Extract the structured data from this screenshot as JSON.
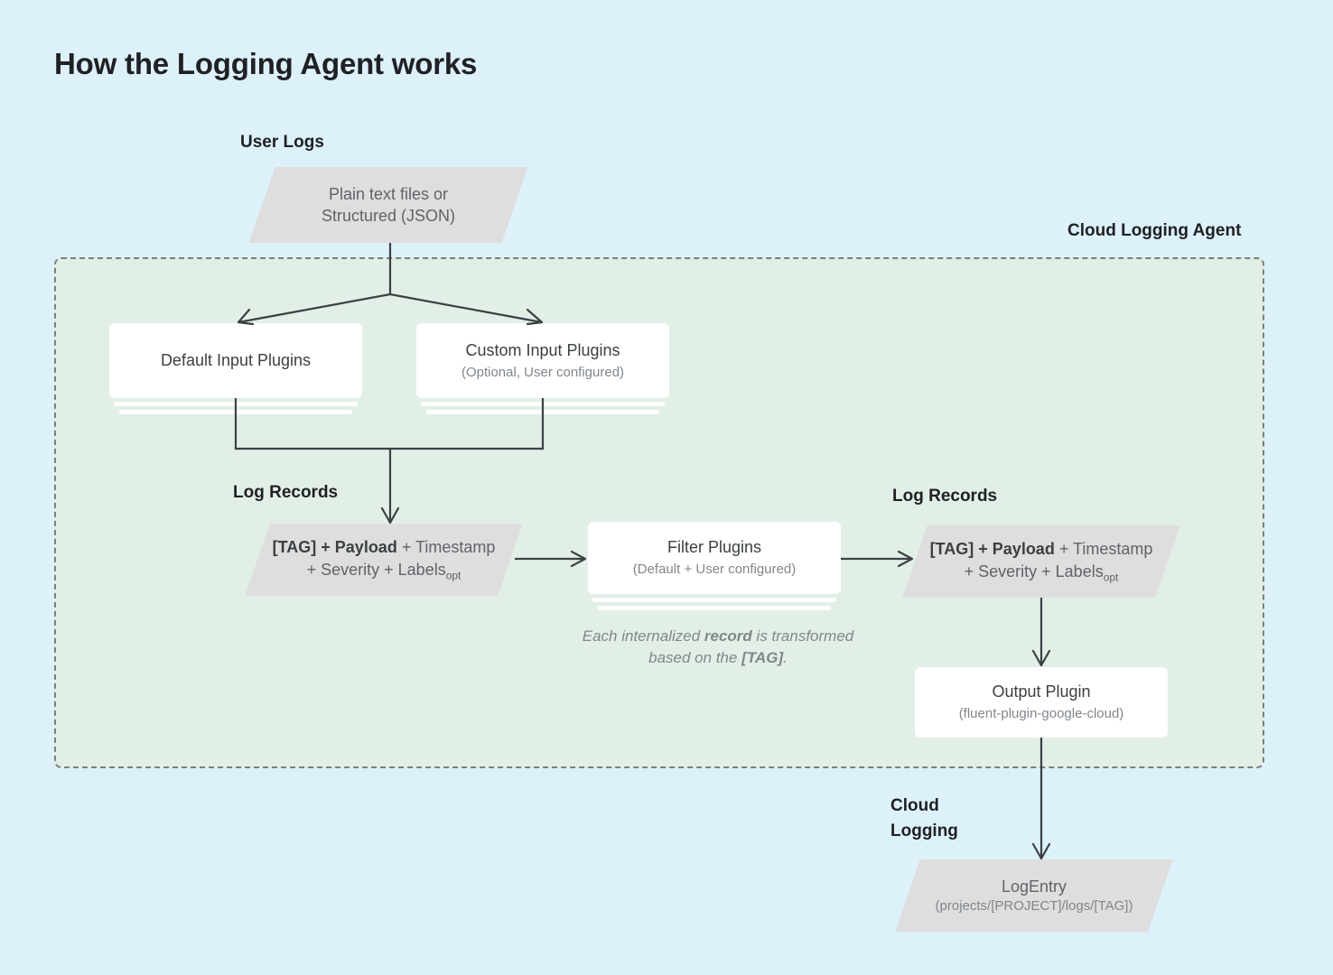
{
  "title": "How the Logging Agent works",
  "colors": {
    "page_background": "#ddf1fb",
    "agent_region_fill": "#e2efe6",
    "agent_region_border": "#7a8079",
    "parallelogram_fill": "#dedede",
    "card_fill": "#ffffff",
    "line": "#3c4043",
    "text_primary": "#202124",
    "text_secondary": "#5f6368",
    "text_muted": "#80868b"
  },
  "labels": {
    "user_logs": "User Logs",
    "cloud_logging_agent": "Cloud Logging Agent",
    "log_records_left": "Log Records",
    "log_records_right": "Log Records",
    "cloud_logging": "Cloud\nLogging"
  },
  "nodes": {
    "user_logs_source": {
      "shape": "parallelogram",
      "line1": "Plain text files or",
      "line2": "Structured (JSON)"
    },
    "default_input_plugins": {
      "shape": "stacked-card",
      "title": "Default Input Plugins",
      "subtitle": ""
    },
    "custom_input_plugins": {
      "shape": "stacked-card",
      "title": "Custom Input Plugins",
      "subtitle": "(Optional, User configured)"
    },
    "log_record_left": {
      "shape": "parallelogram",
      "bold_part": "[TAG] + Payload",
      "line1_rest": " + Timestamp",
      "line2": "+ Severity + Labels",
      "line2_subscript": "opt"
    },
    "filter_plugins": {
      "shape": "stacked-card",
      "title": "Filter Plugins",
      "subtitle": "(Default + User configured)"
    },
    "log_record_right": {
      "shape": "parallelogram",
      "bold_part": "[TAG] + Payload",
      "line1_rest": " + Timestamp",
      "line2": "+ Severity + Labels",
      "line2_subscript": "opt"
    },
    "output_plugin": {
      "shape": "card",
      "title": "Output Plugin",
      "subtitle": "(fluent-plugin-google-cloud)"
    },
    "log_entry": {
      "shape": "parallelogram",
      "title": "LogEntry",
      "subtitle": "(projects/[PROJECT]/logs/[TAG])"
    }
  },
  "annotations": {
    "transform_note_part1": "Each internalized ",
    "transform_note_bold1": "record",
    "transform_note_part2": " is transformed based on the ",
    "transform_note_bold2": "[TAG]",
    "transform_note_part3": "."
  }
}
